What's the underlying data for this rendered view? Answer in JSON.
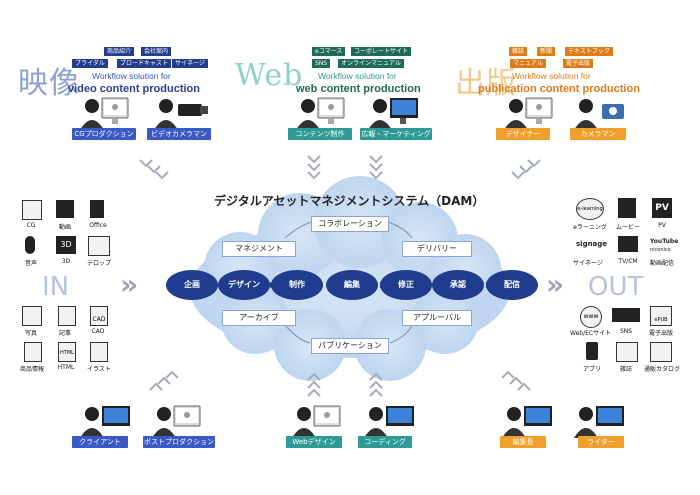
{
  "top": {
    "video": {
      "tags": [
        "商品紹介",
        "会社案内",
        "ブライダル",
        "ブロードキャスト",
        "サイネージ"
      ],
      "big_word": "映像",
      "sub1": "Workflow solution for",
      "sub2": "video content production",
      "labels": [
        "CGプロダクション",
        "ビデオカメラマン"
      ]
    },
    "web": {
      "tags": [
        "eコマース",
        "コーポレートサイト",
        "SNS",
        "オンラインマニュアル"
      ],
      "big_word": "Web",
      "sub1": "Workflow solution for",
      "sub2": "web content production",
      "labels": [
        "コンテンツ制作",
        "広報・マーケティング"
      ]
    },
    "publication": {
      "tags": [
        "雑誌",
        "新聞",
        "テキストブック",
        "マニュアル",
        "電子出版"
      ],
      "big_word": "出版",
      "sub1": "Workflow solution for",
      "sub2": "publication content production",
      "labels": [
        "デザイナー",
        "カメラマン"
      ]
    }
  },
  "dam": {
    "title": "デジタルアセットマネジメントシステム（DAM）",
    "steps": [
      "企画",
      "デザイン",
      "制作",
      "編集",
      "修正",
      "承認",
      "配信"
    ],
    "functions": {
      "collaboration": "コラボレーション",
      "management": "マネジメント",
      "delivery": "デリバリー",
      "archive": "アーカイブ",
      "approval": "アプルーバル",
      "publication": "パブリケーション"
    }
  },
  "in": {
    "label": "IN",
    "icons_top": [
      "CG",
      "動画",
      "Office",
      "音声",
      "3D",
      "テロップ"
    ],
    "icons_bottom": [
      "写真",
      "記事",
      "CAD",
      "商品情報",
      "HTML",
      "イラスト"
    ],
    "icon_glyphs": {
      "3D": "3D",
      "CAD": "CAD",
      "HTML": "HTML"
    }
  },
  "out": {
    "label": "OUT",
    "icons_top": [
      "eラーニング",
      "ムービー",
      "PV",
      "サイネージ",
      "TV/CM",
      "動画配信"
    ],
    "icons_bottom": [
      "Web/ECサイト",
      "SNS",
      "電子出版",
      "アプリ",
      "雑誌",
      "通販カタログ"
    ],
    "glyphs": {
      "elearning": "e-learning",
      "signage": "signage",
      "pv": "PV",
      "youtube": "YouTube",
      "nico": "niconico",
      "www": "www",
      "epub": "ePUB"
    }
  },
  "bottom": {
    "labels": [
      "クライアント",
      "ポストプロダクション",
      "Webデザイン",
      "コーディング",
      "編集長",
      "ライター"
    ]
  },
  "colors": {
    "blue": "#3a59c7",
    "teal": "#2e9a95",
    "orange": "#f0a02a",
    "navy": "#1f3c8e"
  }
}
